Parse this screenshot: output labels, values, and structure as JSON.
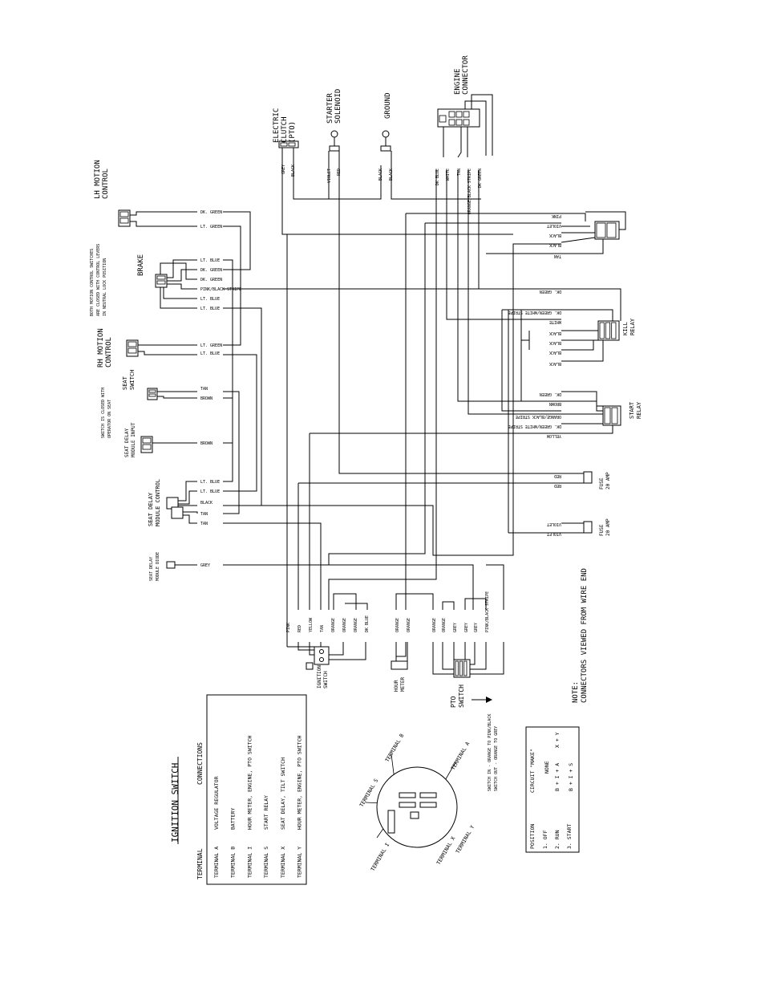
{
  "components": {
    "electric_clutch": [
      "ELECTRIC",
      "CLUTCH",
      "(PTO)"
    ],
    "starter_solenoid": [
      "STARTER",
      "SOLENOID"
    ],
    "ground": "GROUND",
    "engine_connector": [
      "ENGINE",
      "CONNECTOR"
    ],
    "lh_motion_control": [
      "LH MOTION",
      "CONTROL"
    ],
    "rh_motion_control": [
      "RH MOTION",
      "CONTROL"
    ],
    "brake": "BRAKE",
    "brake_note": [
      "BOTH MOTION CONTROL SWITCHES",
      "ARE CLOSED WITH CONTROL LEVERS",
      "IN NEUTRAL LOCK POSITION"
    ],
    "seat_switch": [
      "SEAT",
      "SWITCH"
    ],
    "seat_switch_note": [
      "SWITCH IS CLOSED WITH",
      "OPERATOR ON SEAT"
    ],
    "seat_delay_module_input": [
      "SEAT DELAY",
      "MODULE INPUT"
    ],
    "seat_delay_module_control": [
      "SEAT DELAY",
      "MODULE CONTROL"
    ],
    "seat_delay_module_diode": [
      "SEAT DELAY",
      "MODULE DIODE"
    ],
    "kill_relay": [
      "KILL",
      "RELAY"
    ],
    "start_relay": [
      "START",
      "RELAY"
    ],
    "fuse_1": [
      "FUSE",
      "20 AMP"
    ],
    "fuse_2": [
      "FUSE",
      "20 AMP"
    ],
    "ignition_switch": [
      "IGNITION",
      "SWITCH"
    ],
    "hour_meter": [
      "HOUR",
      "METER"
    ],
    "pto_switch": [
      "PTO",
      "SWITCH"
    ],
    "pto_note": [
      "SWITCH IN - ORANGE TO PINK/BLACK",
      "SWITCH OUT - ORANGE TO GREY"
    ],
    "note": [
      "NOTE:",
      "CONNECTORS VIEWED FROM WIRE END"
    ]
  },
  "wire_labels": {
    "clutch": [
      "GREY",
      "BLACK"
    ],
    "solenoid": [
      "VIOLET",
      "RED"
    ],
    "ground": [
      "BLACK",
      "BLACK"
    ],
    "engine": [
      "DK BLUE",
      "WHITE",
      "TAN",
      "ORANGE/BLACK STRIPE",
      "DK GREEN"
    ],
    "lh": [
      "DK. GREEN",
      "LT. GREEN"
    ],
    "brake": [
      "LT. BLUE",
      "DK. GREEN",
      "DK. GREEN",
      "PINK/BLACK STRIPE",
      "LT. BLUE",
      "LT. BLUE"
    ],
    "rh": [
      "LT. GREEN",
      "LT. BLUE"
    ],
    "seat_switch": [
      "TAN",
      "BROWN"
    ],
    "seat_input": [
      "BROWN"
    ],
    "module_control": [
      "LT. BLUE",
      "LT. BLUE",
      "BLACK",
      "TAN",
      "TAN"
    ],
    "diode": [
      "GREY"
    ],
    "upper_connector": [
      "PINK",
      "VIOLET",
      "BLACK",
      "BLACK",
      "TAN"
    ],
    "kill_relay": [
      "DK. GREEN",
      "DK. GREEN/WHITE STRIPE",
      "WHITE",
      "BLACK",
      "BLACK",
      "BLACK",
      "BLACK"
    ],
    "start_relay": [
      "DK. GREEN",
      "BROWN",
      "ORANGE/BLACK STRIPE",
      "DK. GREEN/WHITE STRIPE",
      "YELLOW"
    ],
    "fuse_1": [
      "RED",
      "RED"
    ],
    "fuse_2": [
      "VIOLET",
      "VIOLET"
    ],
    "bottom": [
      "PINK",
      "RED",
      "YELLOW",
      "TAN",
      "ORANGE",
      "ORANGE",
      "ORANGE",
      "DK BLUE",
      "ORANGE",
      "ORANGE",
      "ORANGE",
      "ORANGE",
      "GREY",
      "GREY",
      "GREY",
      "PINK/BLACK STRIPE"
    ]
  },
  "ignition_table": {
    "title": "IGNITION SWITCH",
    "headers": [
      "TERMINAL",
      "CONNECTIONS"
    ],
    "rows": [
      [
        "TERMINAL  A",
        "VOLTAGE REGULATOR"
      ],
      [
        "TERMINAL  B",
        "BATTERY"
      ],
      [
        "TERMINAL  I",
        "HOUR METER, ENGINE, PTO SWITCH"
      ],
      [
        "TERMINAL  S",
        "START RELAY"
      ],
      [
        "TERMINAL  X",
        "SEAT DELAY, TILT SWITCH"
      ],
      [
        "TERMINAL  Y",
        "HOUR METER, ENGINE, PTO SWITCH"
      ]
    ]
  },
  "terminals": [
    "TERMINAL B",
    "TERMINAL A",
    "TERMINAL S",
    "TERMINAL I",
    "TERMINAL X",
    "TERMINAL Y"
  ],
  "position_table": {
    "headers": [
      "POSITION",
      "CIRCUIT \"MAKE\""
    ],
    "rows": [
      [
        "1. OFF",
        "NONE"
      ],
      [
        "2. RUN",
        "B + I + A",
        "X + Y"
      ],
      [
        "3. START",
        "B + I + S"
      ]
    ]
  }
}
